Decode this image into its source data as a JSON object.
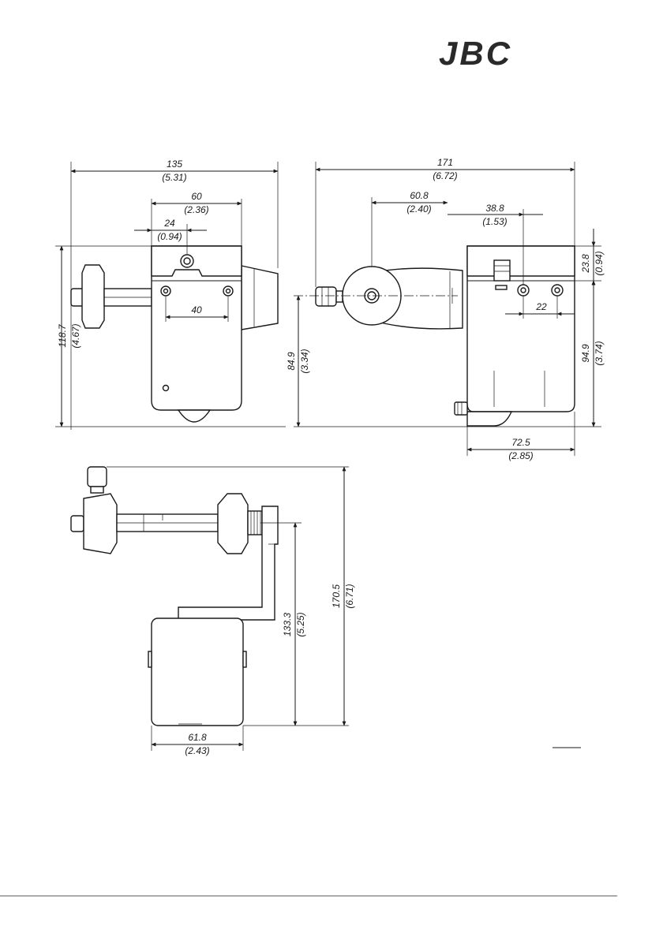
{
  "brand": {
    "logo_text": "JBC"
  },
  "front_view": {
    "width_total": {
      "mm": "135",
      "in": "(5.31)"
    },
    "width_holes_outer": {
      "mm": "60",
      "in": "(2.36)"
    },
    "offset_center": {
      "mm": "24",
      "in": "(0.94)"
    },
    "hole_spacing": {
      "mm": "40"
    },
    "height_total": {
      "mm": "118.7",
      "in": "(4.67)"
    }
  },
  "side_view": {
    "length_total": {
      "mm": "171",
      "in": "(6.72)"
    },
    "knob_offset": {
      "mm": "60.8",
      "in": "(2.40)"
    },
    "hole_offset": {
      "mm": "38.8",
      "in": "(1.53)"
    },
    "top_height": {
      "mm": "23.8",
      "in": "(0.94)"
    },
    "hole_spacing": {
      "mm": "22"
    },
    "axis_height": {
      "mm": "84.9",
      "in": "(3.34)"
    },
    "body_height": {
      "mm": "94.9",
      "in": "(3.74)"
    },
    "body_depth": {
      "mm": "72.5",
      "in": "(2.85)"
    }
  },
  "top_view": {
    "height_total": {
      "mm": "170.5",
      "in": "(6.71)"
    },
    "height_axis": {
      "mm": "133.3",
      "in": "(5.25)"
    },
    "body_width": {
      "mm": "61.8",
      "in": "(2.43)"
    }
  }
}
